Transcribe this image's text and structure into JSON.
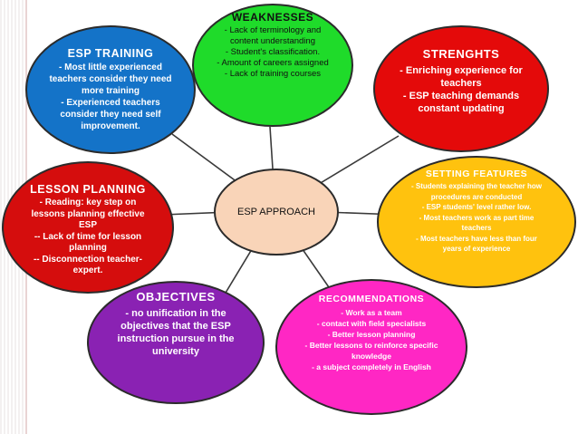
{
  "center": {
    "label": "ESP APPROACH"
  },
  "colors": {
    "center": "#f9d4b8",
    "weaknesses": "#1fdb2a",
    "training": "#1473c8",
    "strengths": "#e40a0a",
    "setting": "#ffc20e",
    "lesson": "#d50d0d",
    "objectives": "#8a22b3",
    "recommendations": "#ff27c4"
  },
  "nodes": {
    "weaknesses": {
      "title": "WEAKNESSES",
      "lines": [
        "- Lack of terminology and",
        "content understanding",
        "- Student's classification.",
        "- Amount of careers assigned",
        "- Lack of training courses"
      ]
    },
    "training": {
      "title": "ESP TRAINING",
      "lines": [
        "- Most little experienced",
        "teachers consider they need",
        "more training",
        "- Experienced teachers",
        "consider they need self",
        "improvement."
      ]
    },
    "strengths": {
      "title": "STRENGHTS",
      "lines": [
        "- Enriching experience for",
        "teachers",
        "- ESP teaching demands",
        "constant updating"
      ]
    },
    "setting": {
      "title": "SETTING FEATURES",
      "lines": [
        "- Students explaining the teacher how",
        "procedures are conducted",
        "- ESP students' level rather low.",
        "- Most teachers work as part time",
        "teachers",
        "- Most teachers have less than four",
        "years of experience"
      ]
    },
    "lesson": {
      "title": "LESSON PLANNING",
      "lines": [
        "- Reading: key step on",
        "lessons planning effective",
        "ESP",
        "-- Lack of time for lesson",
        "planning",
        "-- Disconnection teacher-",
        "expert."
      ]
    },
    "objectives": {
      "title": "OBJECTIVES",
      "lines": [
        "- no unification in the",
        "objectives that the ESP",
        "instruction pursue in the",
        "university"
      ]
    },
    "recommendations": {
      "title": "RECOMMENDATIONS",
      "lines": [
        "- Work as a team",
        "- contact with field specialists",
        "- Better lesson planning",
        "- Better lessons to reinforce specific",
        "knowledge",
        "- a subject completely in English"
      ]
    }
  }
}
